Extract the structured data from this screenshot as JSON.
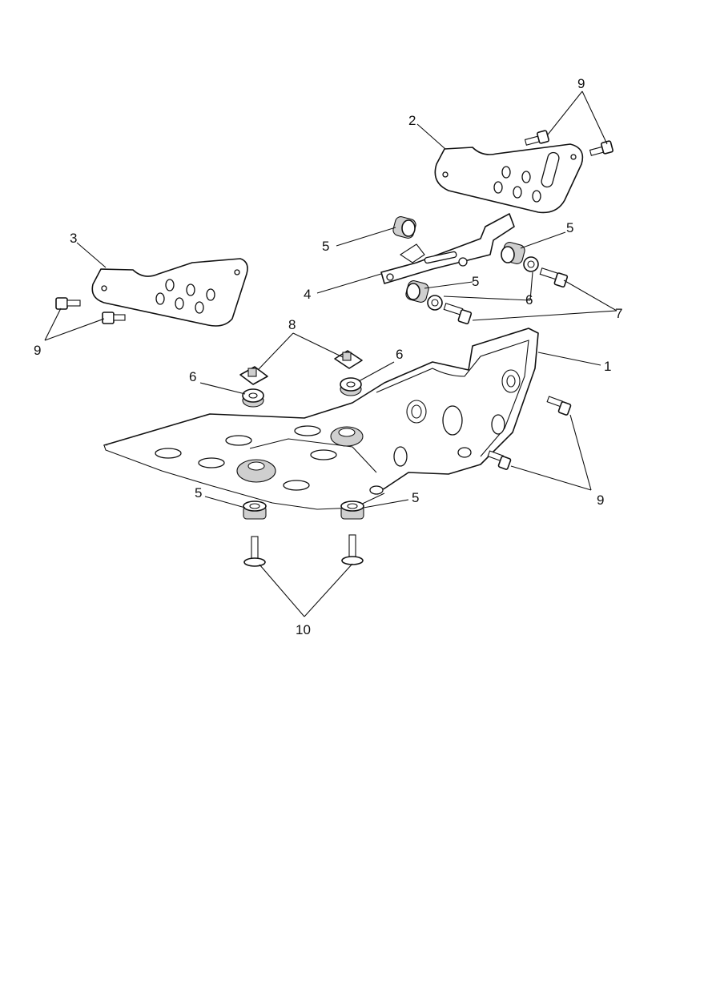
{
  "diagram": {
    "callouts": [
      {
        "id": "c1",
        "label": "1"
      },
      {
        "id": "c2",
        "label": "2"
      },
      {
        "id": "c3",
        "label": "3"
      },
      {
        "id": "c4",
        "label": "4"
      },
      {
        "id": "c5a",
        "label": "5"
      },
      {
        "id": "c5b",
        "label": "5"
      },
      {
        "id": "c5c",
        "label": "5"
      },
      {
        "id": "c5d",
        "label": "5"
      },
      {
        "id": "c5e",
        "label": "5"
      },
      {
        "id": "c6a",
        "label": "6"
      },
      {
        "id": "c6b",
        "label": "6"
      },
      {
        "id": "c6c",
        "label": "6"
      },
      {
        "id": "c7",
        "label": "7"
      },
      {
        "id": "c8",
        "label": "8"
      },
      {
        "id": "c9a",
        "label": "9"
      },
      {
        "id": "c9b",
        "label": "9"
      },
      {
        "id": "c9c",
        "label": "9"
      },
      {
        "id": "c10",
        "label": "10"
      }
    ]
  }
}
